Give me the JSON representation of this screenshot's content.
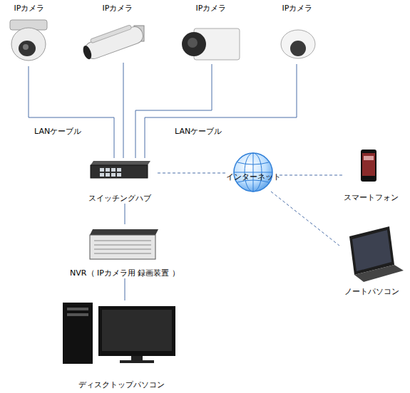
{
  "diagram": {
    "nodes": [
      {
        "text": [
          "IPカメラ"
        ]
      },
      {
        "text": [
          "IPカメラ"
        ]
      },
      {
        "text": [
          "IPカメラ"
        ]
      },
      {
        "text": [
          "IPカメラ"
        ]
      },
      {
        "text": [
          "スイッチングハブ"
        ]
      },
      {
        "text": [
          "インターネット"
        ]
      },
      {
        "text": [
          "スマートフォン"
        ]
      },
      {
        "text": [
          "NVR（ IPカメラ用 録画装置 ）"
        ]
      },
      {
        "text": [
          "ノートパソコン"
        ]
      },
      {
        "text": [
          "ディスクトップパソコン"
        ]
      }
    ],
    "edges": [
      {
        "from": 0,
        "to": 4,
        "arrow": "none"
      },
      {
        "from": 1,
        "to": 4,
        "arrow": "none"
      },
      {
        "from": 2,
        "to": 4,
        "arrow": "none"
      },
      {
        "from": 3,
        "to": 4,
        "arrow": "none"
      },
      {
        "from": 4,
        "to": 5,
        "arrow": "none"
      },
      {
        "from": 5,
        "to": 6,
        "arrow": "none"
      },
      {
        "from": 5,
        "to": 8,
        "arrow": "none"
      },
      {
        "from": 4,
        "to": 7,
        "arrow": "none"
      },
      {
        "from": 7,
        "to": 9,
        "arrow": "none"
      }
    ],
    "labels": [
      "LANケーブル",
      "LANケーブル"
    ]
  }
}
